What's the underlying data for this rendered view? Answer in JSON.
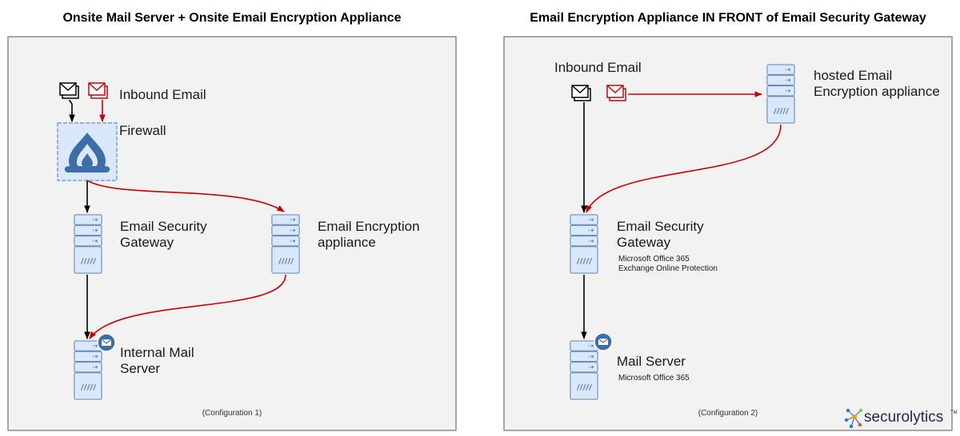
{
  "config1": {
    "title": "Onsite Mail Server + Onsite Email Encryption Appliance",
    "inbound_label": "Inbound Email",
    "firewall_label": "Firewall",
    "gateway_label_1": "Email Security",
    "gateway_label_2": "Gateway",
    "encryption_label_1": "Email Encryption",
    "encryption_label_2": "appliance",
    "mailserver_label_1": "Internal Mail",
    "mailserver_label_2": "Server",
    "caption": "(Configuration 1)"
  },
  "config2": {
    "title": "Email Encryption Appliance IN FRONT of Email Security Gateway",
    "inbound_label": "Inbound Email",
    "hosted_label_1": "hosted Email",
    "hosted_label_2": "Encryption appliance",
    "gateway_label_1": "Email Security",
    "gateway_label_2": "Gateway",
    "gateway_sub_1": "Microsoft Office 365",
    "gateway_sub_2": "Exchange Online Protection",
    "mailserver_label": "Mail Server",
    "mailserver_sub": "Microsoft Office 365",
    "caption": "(Configuration 2)"
  },
  "brand": {
    "name": "securolytics",
    "tm": "TM"
  },
  "colors": {
    "server_fill": "#dae8fc",
    "server_stroke": "#6c8ebf",
    "firewall_icon": "#3f6da8",
    "red_flow": "#cc0000",
    "black_flow": "#000000",
    "panel_bg": "#f2f2f2"
  }
}
